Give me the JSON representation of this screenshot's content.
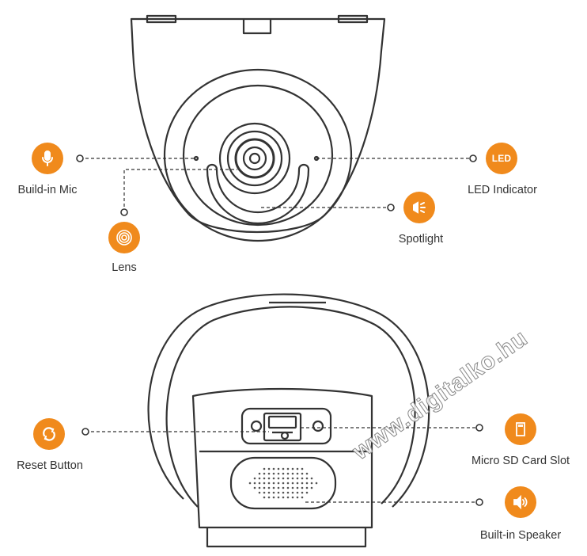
{
  "colors": {
    "accent": "#f08a1c",
    "line": "#333333",
    "text": "#333333"
  },
  "callouts": {
    "mic": {
      "label": "Build-in Mic",
      "icon": "microphone-icon"
    },
    "led": {
      "label": "LED Indicator",
      "icon": "led-icon",
      "icon_text": "LED"
    },
    "lens": {
      "label": "Lens",
      "icon": "lens-icon"
    },
    "spot": {
      "label": "Spotlight",
      "icon": "spotlight-icon"
    },
    "reset": {
      "label": "Reset Button",
      "icon": "reset-icon"
    },
    "sd": {
      "label": "Micro SD Card Slot",
      "icon": "sd-card-icon"
    },
    "speaker": {
      "label": "Built-in Speaker",
      "icon": "speaker-icon"
    }
  },
  "watermark": "www.digitalko.hu"
}
